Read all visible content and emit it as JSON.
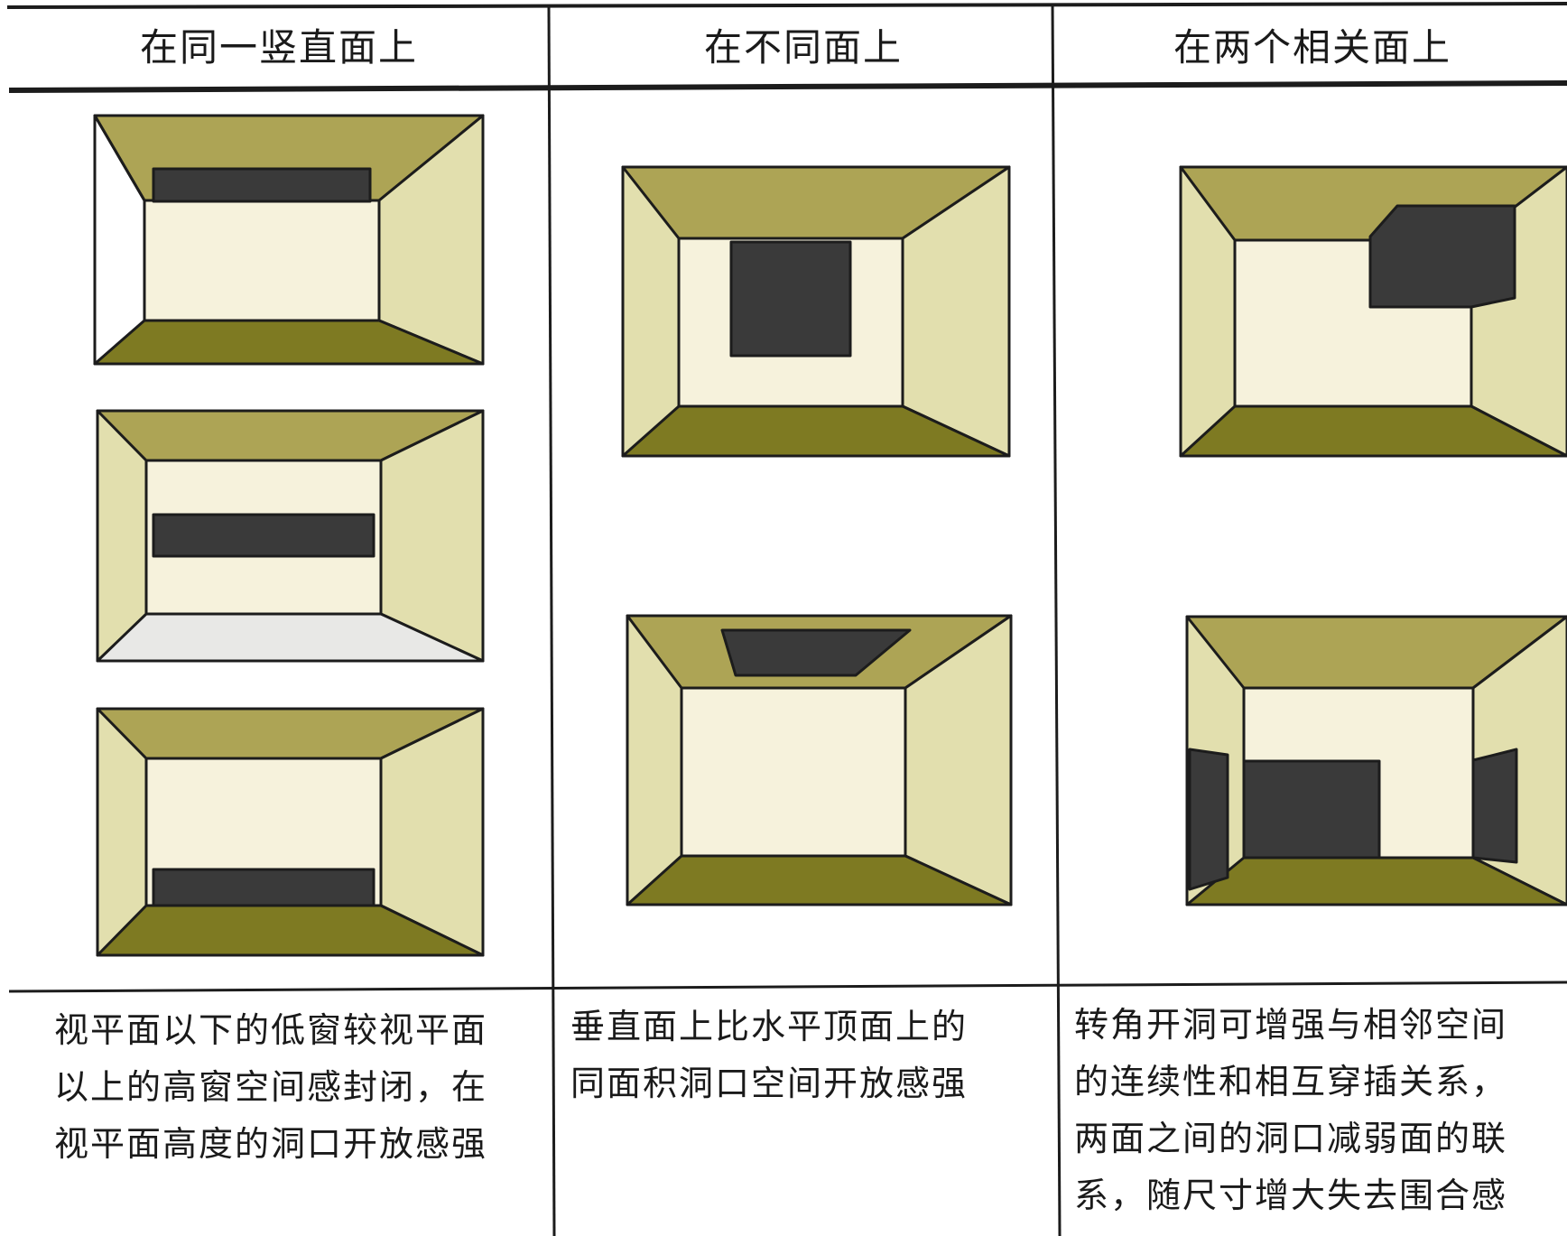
{
  "columns": [
    {
      "header": "在同一竖直面上",
      "caption": "视平面以下的低窗较视平面\n以上的高窗空间感封闭，在\n视平面高度的洞口开放感强"
    },
    {
      "header": "在不同面上",
      "caption": "垂直面上比水平顶面上的\n同面积洞口空间开放感强"
    },
    {
      "header": "在两个相关面上",
      "caption": "转角开洞可增强与相邻空间\n的连续性和相互穿插关系，\n两面之间的洞口减弱面的联\n系，随尺寸增大失去围合感"
    }
  ],
  "colors": {
    "ceiling": "#ada455",
    "floor": "#7e7a22",
    "floor_light": "#e8e8e6",
    "side_wall": "#e2dfae",
    "back_wall": "#f6f2dc",
    "opening": "#3a3a3a",
    "line": "#1c1c1c"
  }
}
